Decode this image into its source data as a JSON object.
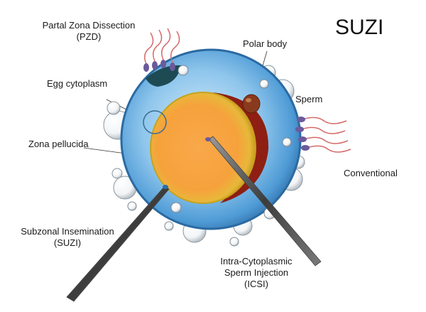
{
  "title": "SUZI",
  "labels": {
    "pzd_line1": "Partal  Zona Dissection",
    "pzd_line2": "(PZD)",
    "polar_body": "Polar body",
    "egg_cytoplasm": "Egg cytoplasm",
    "sperm": "Sperm",
    "zona_pellucida": "Zona pellucida",
    "conventional": "Conventional",
    "suzi_line1": "Subzonal Insemination",
    "suzi_line2": "(SUZI)",
    "icsi_line1": "Intra-Cytoplasmic",
    "icsi_line2": "Sperm Injection",
    "icsi_line3": "(ICSI)"
  },
  "colors": {
    "zona": "#5aa7dd",
    "zona_edge": "#2f6fa3",
    "cytoplasm": "#f7a53c",
    "cytoplasm_dark": "#8e1f12",
    "polar_body": "#8a3a1c",
    "sperm_head": "#6b5a9c",
    "sperm_tail": "#d46a6a"
  }
}
